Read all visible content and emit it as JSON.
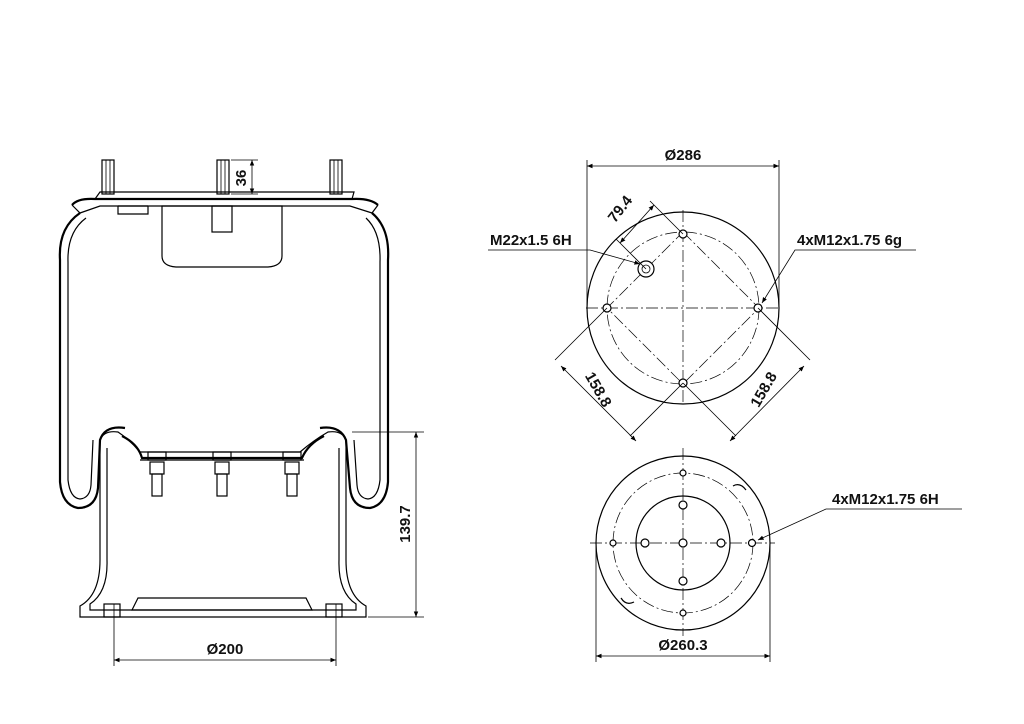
{
  "dimensions": {
    "stud_length": "36",
    "height": "139.7",
    "piston_diameter": "Ø200",
    "top_diameter": "Ø286",
    "inlet_offset": "79.4",
    "bolt_spacing_left": "158.8",
    "bolt_spacing_right": "158.8",
    "bottom_diameter": "Ø260.3"
  },
  "callouts": {
    "air_inlet": "M22x1.5 6H",
    "top_studs": "4xM12x1.75 6g",
    "bottom_threads": "4xM12x1.75 6H"
  }
}
